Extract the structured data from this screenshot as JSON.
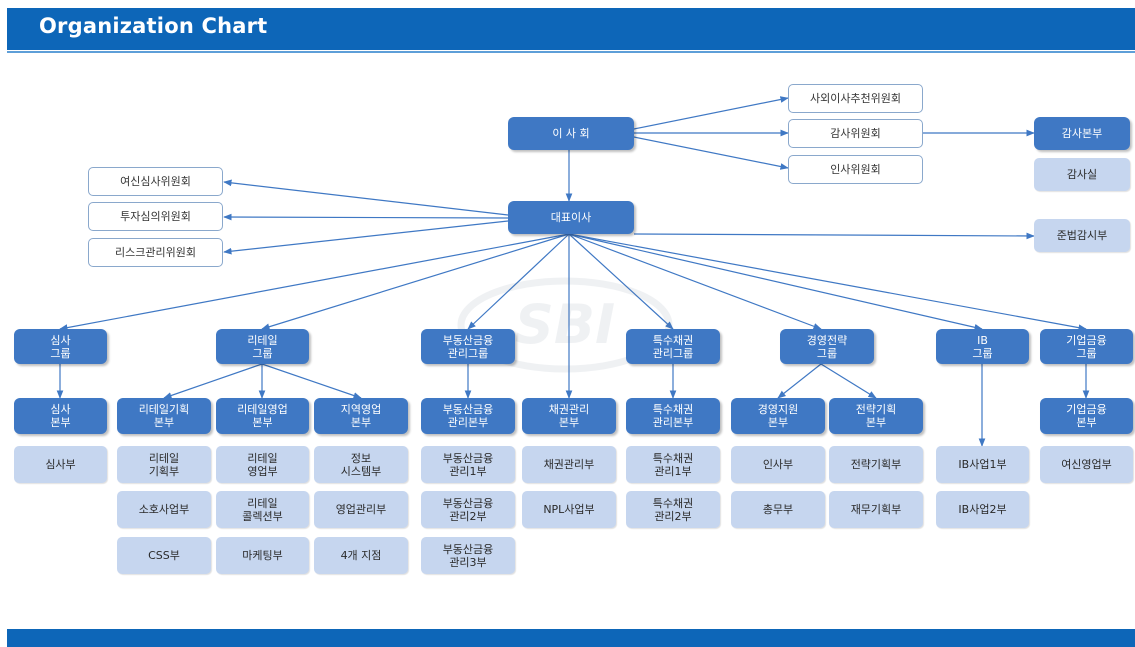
{
  "header": {
    "title": "Organization Chart"
  },
  "colors": {
    "banner": "#0d66b8",
    "dark_box": "#3f78c4",
    "light_box": "#c6d6ef",
    "line": "#3f78c4"
  },
  "watermark": "SBI",
  "board": {
    "board": "이 사 회",
    "committees": [
      "사외이사추천위원회",
      "감사위원회",
      "인사위원회"
    ],
    "audit_hq": "감사본부",
    "audit_office": "감사실"
  },
  "ceo": {
    "label": "대표이사",
    "committees": [
      "여신심사위원회",
      "투자심의위원회",
      "리스크관리위원회"
    ],
    "compliance": "준법감시부"
  },
  "groups": [
    {
      "name": "심사\n그룹",
      "hq": [
        "심사\n본부"
      ],
      "depts": [
        [
          "심사부"
        ]
      ]
    },
    {
      "name": "리테일\n그룹",
      "hq": [
        "리테일기획\n본부",
        "리테일영업\n본부",
        "지역영업\n본부"
      ],
      "depts": [
        [
          "리테일\n기획부",
          "소호사업부",
          "CSS부"
        ],
        [
          "리테일\n영업부",
          "리테일\n콜렉션부",
          "마케팅부"
        ],
        [
          "정보\n시스템부",
          "영업관리부",
          "4개 지점"
        ]
      ]
    },
    {
      "name": "부동산금융\n관리그룹",
      "hq": [
        "부동산금융\n관리본부",
        "채권관리\n본부"
      ],
      "depts": [
        [
          "부동산금융\n관리1부",
          "부동산금융\n관리2부",
          "부동산금융\n관리3부"
        ],
        [
          "채권관리부",
          "NPL사업부"
        ]
      ]
    },
    {
      "name": "특수채권\n관리그룹",
      "hq": [
        "특수채권\n관리본부"
      ],
      "depts": [
        [
          "특수채권\n관리1부",
          "특수채권\n관리2부"
        ]
      ]
    },
    {
      "name": "경영전략\n그룹",
      "hq": [
        "경영지원\n본부",
        "전략기획\n본부"
      ],
      "depts": [
        [
          "인사부",
          "총무부"
        ],
        [
          "전략기획부",
          "재무기획부"
        ]
      ]
    },
    {
      "name": "IB\n그룹",
      "hq": [],
      "depts": [
        [
          "IB사업1부",
          "IB사업2부"
        ]
      ]
    },
    {
      "name": "기업금융\n그룹",
      "hq": [
        "기업금융\n본부"
      ],
      "depts": [
        [
          "여신영업부"
        ]
      ]
    }
  ]
}
